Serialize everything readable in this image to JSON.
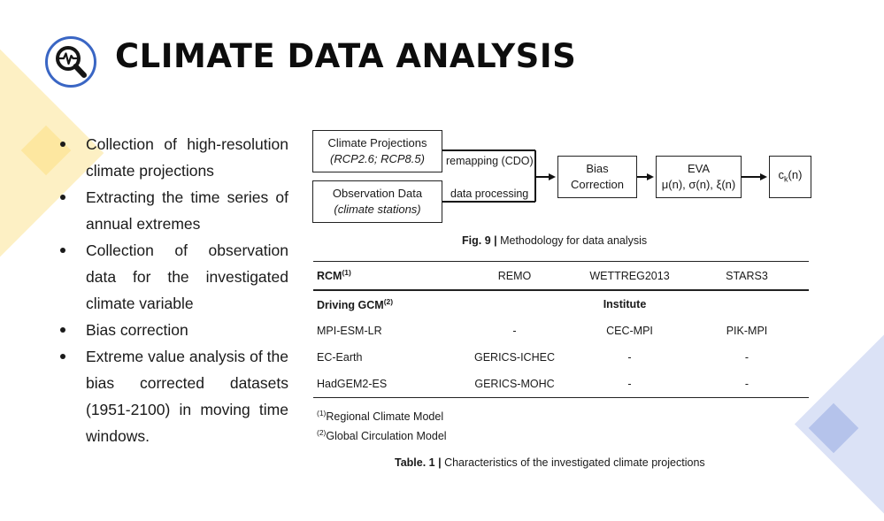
{
  "title": "CLIMATE DATA ANALYSIS",
  "logo_icon": "magnifier-with-pulse-icon",
  "colors": {
    "accent_blue": "#3a66c4",
    "deco_yellow": "#fdf0c4",
    "deco_blue": "#dbe2f6"
  },
  "bullets": [
    "Collection of high-resolution climate projections",
    "Extracting the time series of annual extremes",
    "Collection of observation data for the investigated climate variable",
    "Bias correction",
    "Extreme value analysis of the bias corrected datasets (1951-2100) in moving time windows."
  ],
  "diagram": {
    "climate_projections": {
      "title": "Climate Projections",
      "subtitle": "(RCP2.6; RCP8.5)"
    },
    "observation_data": {
      "title": "Observation Data",
      "subtitle": "(climate stations)"
    },
    "remap_label": "remapping (CDO)",
    "processing_label": "data processing",
    "bias": {
      "line1": "Bias",
      "line2": "Correction"
    },
    "eva": {
      "line1": "EVA",
      "line2": "μ(n), σ(n), ξ(n)"
    },
    "ck": {
      "base": "c",
      "sub": "k",
      "tail": "(n)"
    }
  },
  "figure_caption": {
    "label": "Fig. 9 |",
    "text": " Methodology for data analysis"
  },
  "table": {
    "rcm_label": "RCM",
    "rcm_sup": "(1)",
    "columns": [
      "REMO",
      "WETTREG2013",
      "STARS3"
    ],
    "driving_label": "Driving GCM",
    "driving_sup": "(2)",
    "institute_label": "Institute",
    "rows": [
      [
        "MPI-ESM-LR",
        "-",
        "CEC-MPI",
        "PIK-MPI"
      ],
      [
        "EC-Earth",
        "GERICS-ICHEC",
        "-",
        "-"
      ],
      [
        "HadGEM2-ES",
        "GERICS-MOHC",
        "-",
        "-"
      ]
    ]
  },
  "footnotes": [
    {
      "mark": "(1)",
      "text": "Regional Climate Model"
    },
    {
      "mark": "(2)",
      "text": "Global Circulation Model"
    }
  ],
  "table_caption": {
    "label": "Table. 1 |",
    "text": " Characteristics of the investigated climate projections"
  }
}
